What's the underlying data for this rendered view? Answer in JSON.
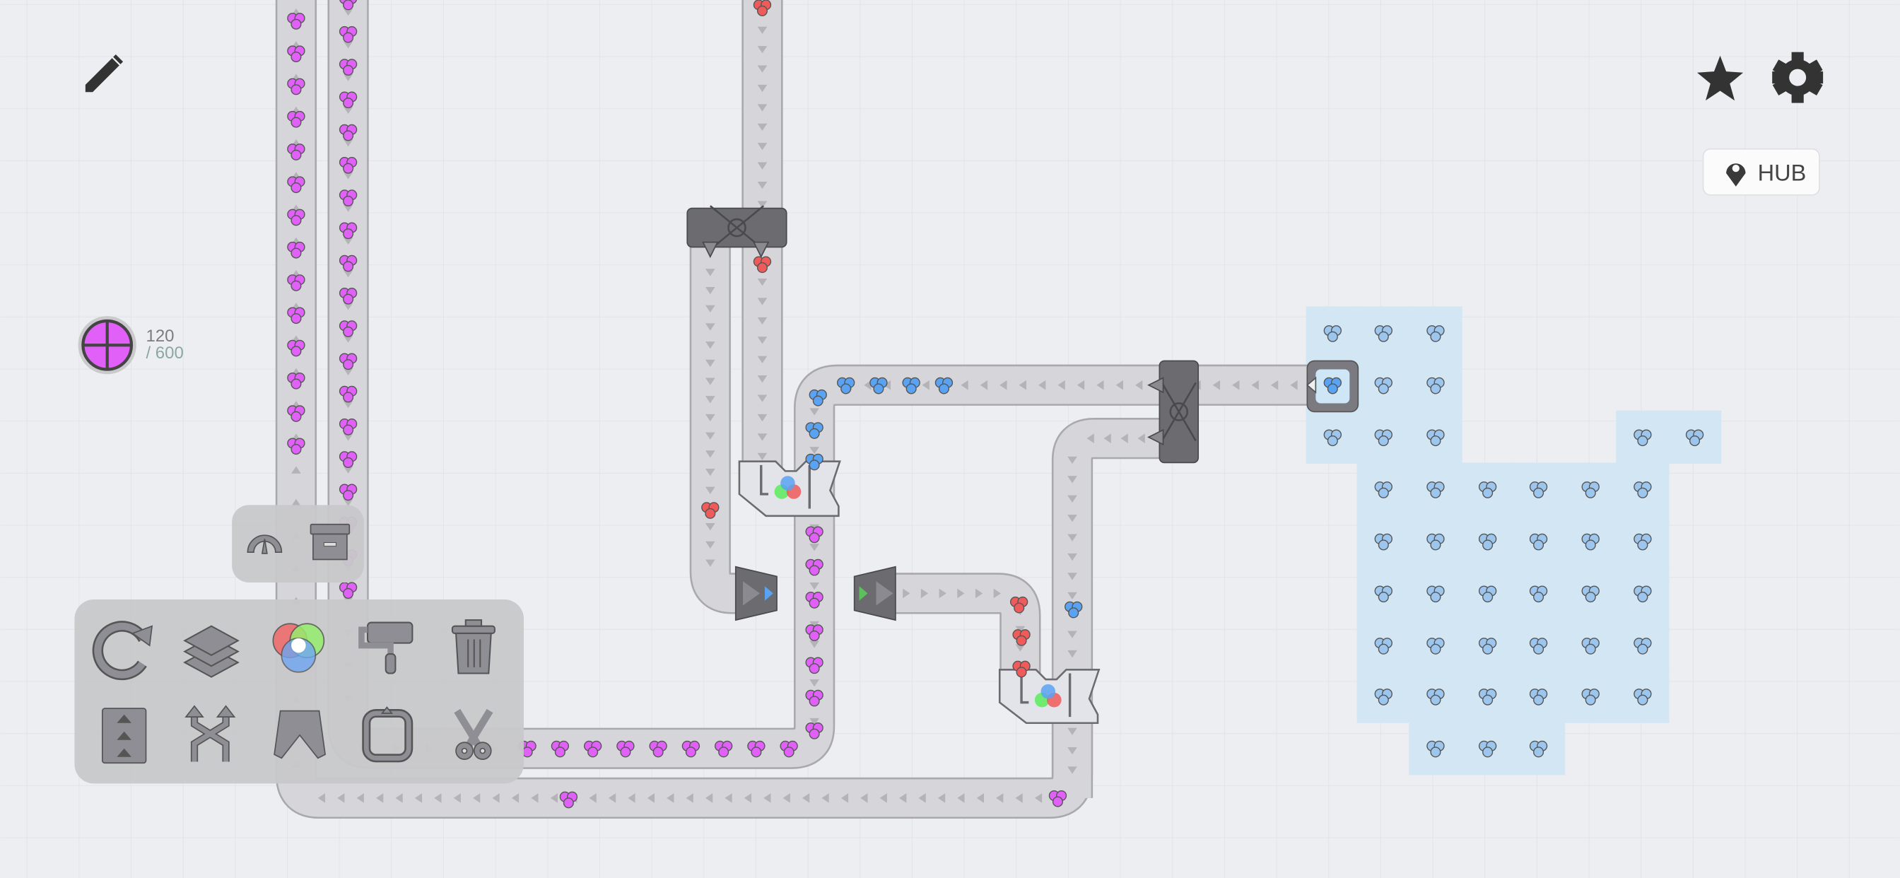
{
  "resource_counter": {
    "current": "120",
    "max": "/ 600",
    "shape_color": "#e060f8"
  },
  "hub_button": {
    "label": "HUB",
    "icon": "map-pin-icon"
  },
  "top_left": {
    "icon": "pencil-icon"
  },
  "top_right": {
    "icons": [
      "star-icon",
      "gear-icon"
    ]
  },
  "small_toolbar": {
    "items": [
      "speedometer-icon",
      "storage-box-icon"
    ]
  },
  "toolbar": {
    "items": [
      "rotator-icon",
      "stacker-icon",
      "color-mixer-icon",
      "painter-icon",
      "trash-icon",
      "belt-icon",
      "balancer-icon",
      "tunnel-icon",
      "extractor-icon",
      "cutter-icon"
    ]
  },
  "colors": {
    "background": "#edeef2",
    "purple": "#e060f8",
    "red": "#ef5b5b",
    "blue": "#5aa2f2",
    "hub_area": "#d2e6f3",
    "machine": "#6b6b70",
    "toolbar_bg": "#c8c8ca"
  }
}
